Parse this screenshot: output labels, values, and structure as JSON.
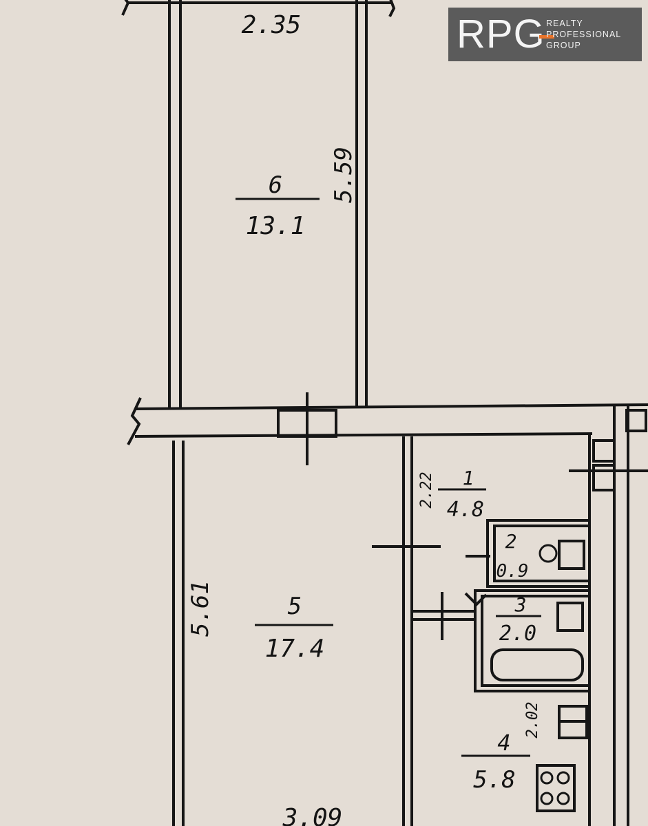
{
  "logo": {
    "mark": "RPG",
    "line1": "REALTY",
    "line2": "PROFESSIONAL",
    "line3": "GROUP",
    "accent_color": "#e8732a",
    "background_color": "#5b5b5b"
  },
  "plan": {
    "rooms": [
      {
        "number": "1",
        "area": "4.8"
      },
      {
        "number": "2",
        "area": "0.9"
      },
      {
        "number": "3",
        "area": "2.0"
      },
      {
        "number": "4",
        "area": "5.8"
      },
      {
        "number": "5",
        "area": "17.4"
      },
      {
        "number": "6",
        "area": "13.1"
      }
    ],
    "dimensions": {
      "top_width": "2.35",
      "room6_length": "5.59",
      "room5_length": "5.61",
      "bottom_width": "3.09",
      "hall_width": "2.22",
      "kitchen_width": "2.02"
    }
  }
}
